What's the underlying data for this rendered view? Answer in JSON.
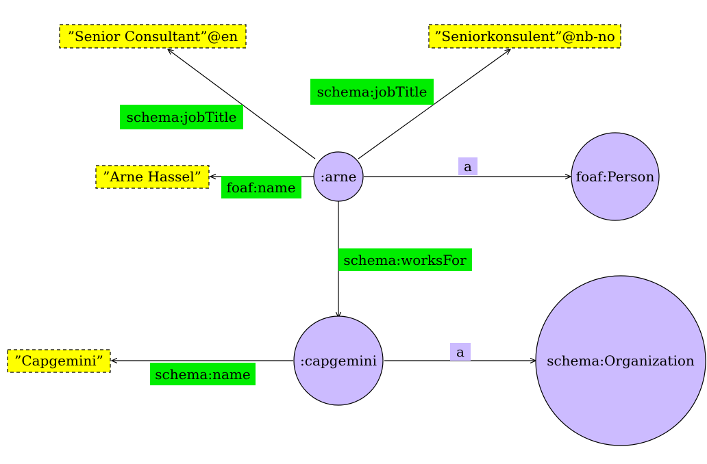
{
  "colors": {
    "node_fill": "#ccbbff",
    "literal_fill": "#ffff00",
    "predicate_fill": "#00ee00",
    "type_label_fill": "#ccbbff",
    "edge": "#000000"
  },
  "nodes": {
    "arne": ":arne",
    "foaf_person": "foaf:Person",
    "capgemini": ":capgemini",
    "schema_organization": "schema:Organization"
  },
  "literals": {
    "senior_consultant": "”Senior Consultant”@en",
    "seniorkonsulent": "”Seniorkonsulent”@nb-no",
    "arne_hassel": "”Arne Hassel”",
    "capgemini": "”Capgemini”"
  },
  "edges": {
    "job_title_en": "schema:jobTitle",
    "job_title_nb": "schema:jobTitle",
    "name": "foaf:name",
    "works_for": "schema:worksFor",
    "arne_type": "a",
    "capgemini_name": "schema:name",
    "capgemini_type": "a"
  }
}
